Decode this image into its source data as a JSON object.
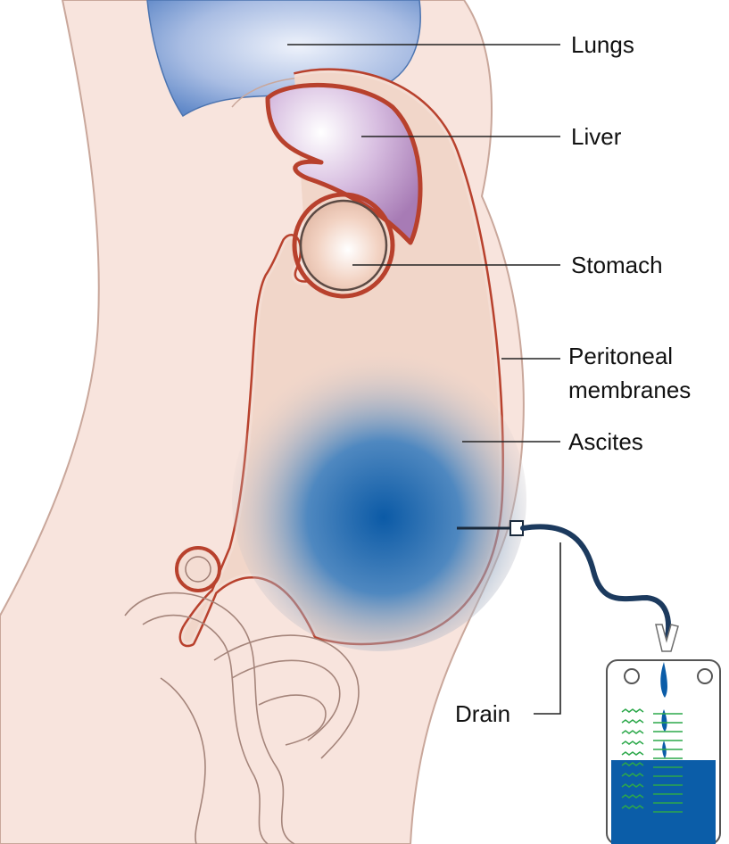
{
  "labels": {
    "lungs": "Lungs",
    "liver": "Liver",
    "stomach": "Stomach",
    "peritoneal_line1": "Peritoneal",
    "peritoneal_line2": "membranes",
    "ascites": "Ascites",
    "drain": "Drain"
  },
  "colors": {
    "skin": "#f8e4dd",
    "skin_outline": "#c9a79b",
    "membrane": "#c84d36",
    "lungs": "#5f88c8",
    "liver": "#a77bb5",
    "ascites": "#0b5aa6",
    "fluid": "#0b5da8",
    "tube": "#1c3a5e",
    "scale": "#2ca84a"
  }
}
